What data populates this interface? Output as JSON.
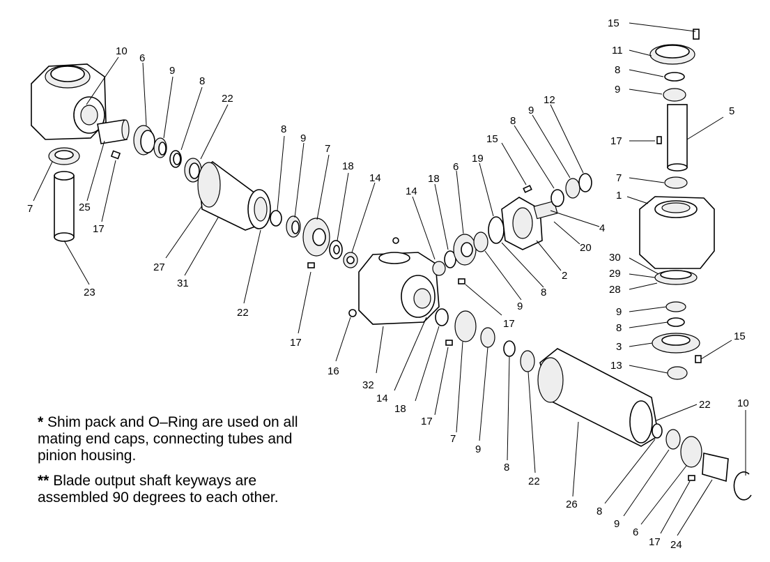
{
  "labels": [
    {
      "id": "l1",
      "text": "10"
    },
    {
      "id": "l2",
      "text": "6"
    },
    {
      "id": "l3",
      "text": "9"
    },
    {
      "id": "l4",
      "text": "8"
    },
    {
      "id": "l5",
      "text": "22"
    },
    {
      "id": "l6",
      "text": "7"
    },
    {
      "id": "l7",
      "text": "25"
    },
    {
      "id": "l8",
      "text": "17"
    },
    {
      "id": "l9",
      "text": "23"
    },
    {
      "id": "l10",
      "text": "27"
    },
    {
      "id": "l11",
      "text": "31"
    },
    {
      "id": "l12",
      "text": "22"
    },
    {
      "id": "l13",
      "text": "8"
    },
    {
      "id": "l14",
      "text": "9"
    },
    {
      "id": "l15",
      "text": "7"
    },
    {
      "id": "l16",
      "text": "18"
    },
    {
      "id": "l17",
      "text": "14"
    },
    {
      "id": "l18",
      "text": "17"
    },
    {
      "id": "l19",
      "text": "14"
    },
    {
      "id": "l20",
      "text": "18"
    },
    {
      "id": "l21",
      "text": "6"
    },
    {
      "id": "l22",
      "text": "19"
    },
    {
      "id": "l23",
      "text": "15"
    },
    {
      "id": "l24",
      "text": "8"
    },
    {
      "id": "l25",
      "text": "9"
    },
    {
      "id": "l26",
      "text": "12"
    },
    {
      "id": "l27",
      "text": "4"
    },
    {
      "id": "l28",
      "text": "20"
    },
    {
      "id": "l29",
      "text": "2"
    },
    {
      "id": "l30",
      "text": "8"
    },
    {
      "id": "l31",
      "text": "9"
    },
    {
      "id": "l32",
      "text": "17"
    },
    {
      "id": "l33",
      "text": "16"
    },
    {
      "id": "l34",
      "text": "32"
    },
    {
      "id": "l35",
      "text": "14"
    },
    {
      "id": "l36",
      "text": "18"
    },
    {
      "id": "l37",
      "text": "17"
    },
    {
      "id": "l38",
      "text": "7"
    },
    {
      "id": "l39",
      "text": "9"
    },
    {
      "id": "l40",
      "text": "8"
    },
    {
      "id": "l41",
      "text": "22"
    },
    {
      "id": "l42",
      "text": "26"
    },
    {
      "id": "l43",
      "text": "8"
    },
    {
      "id": "l44",
      "text": "9"
    },
    {
      "id": "l45",
      "text": "6"
    },
    {
      "id": "l46",
      "text": "17"
    },
    {
      "id": "l47",
      "text": "24"
    },
    {
      "id": "l48",
      "text": "10"
    },
    {
      "id": "l49",
      "text": "22"
    },
    {
      "id": "l50",
      "text": "15"
    },
    {
      "id": "l51",
      "text": "11"
    },
    {
      "id": "l52",
      "text": "8"
    },
    {
      "id": "l53",
      "text": "9"
    },
    {
      "id": "l54",
      "text": "5"
    },
    {
      "id": "l55",
      "text": "17"
    },
    {
      "id": "l56",
      "text": "7"
    },
    {
      "id": "l57",
      "text": "1"
    },
    {
      "id": "l58",
      "text": "30"
    },
    {
      "id": "l59",
      "text": "29"
    },
    {
      "id": "l60",
      "text": "28"
    },
    {
      "id": "l61",
      "text": "9"
    },
    {
      "id": "l62",
      "text": "8"
    },
    {
      "id": "l63",
      "text": "3"
    },
    {
      "id": "l64",
      "text": "13"
    },
    {
      "id": "l65",
      "text": "15"
    }
  ],
  "notes": {
    "note1_marker": "*",
    "note1_text": " Shim pack and O–Ring are used on all mating end caps, connecting tubes and pinion housing.",
    "note2_marker": "**",
    "note2_text": " Blade output shaft keyways are assembled 90 degrees to each other."
  }
}
